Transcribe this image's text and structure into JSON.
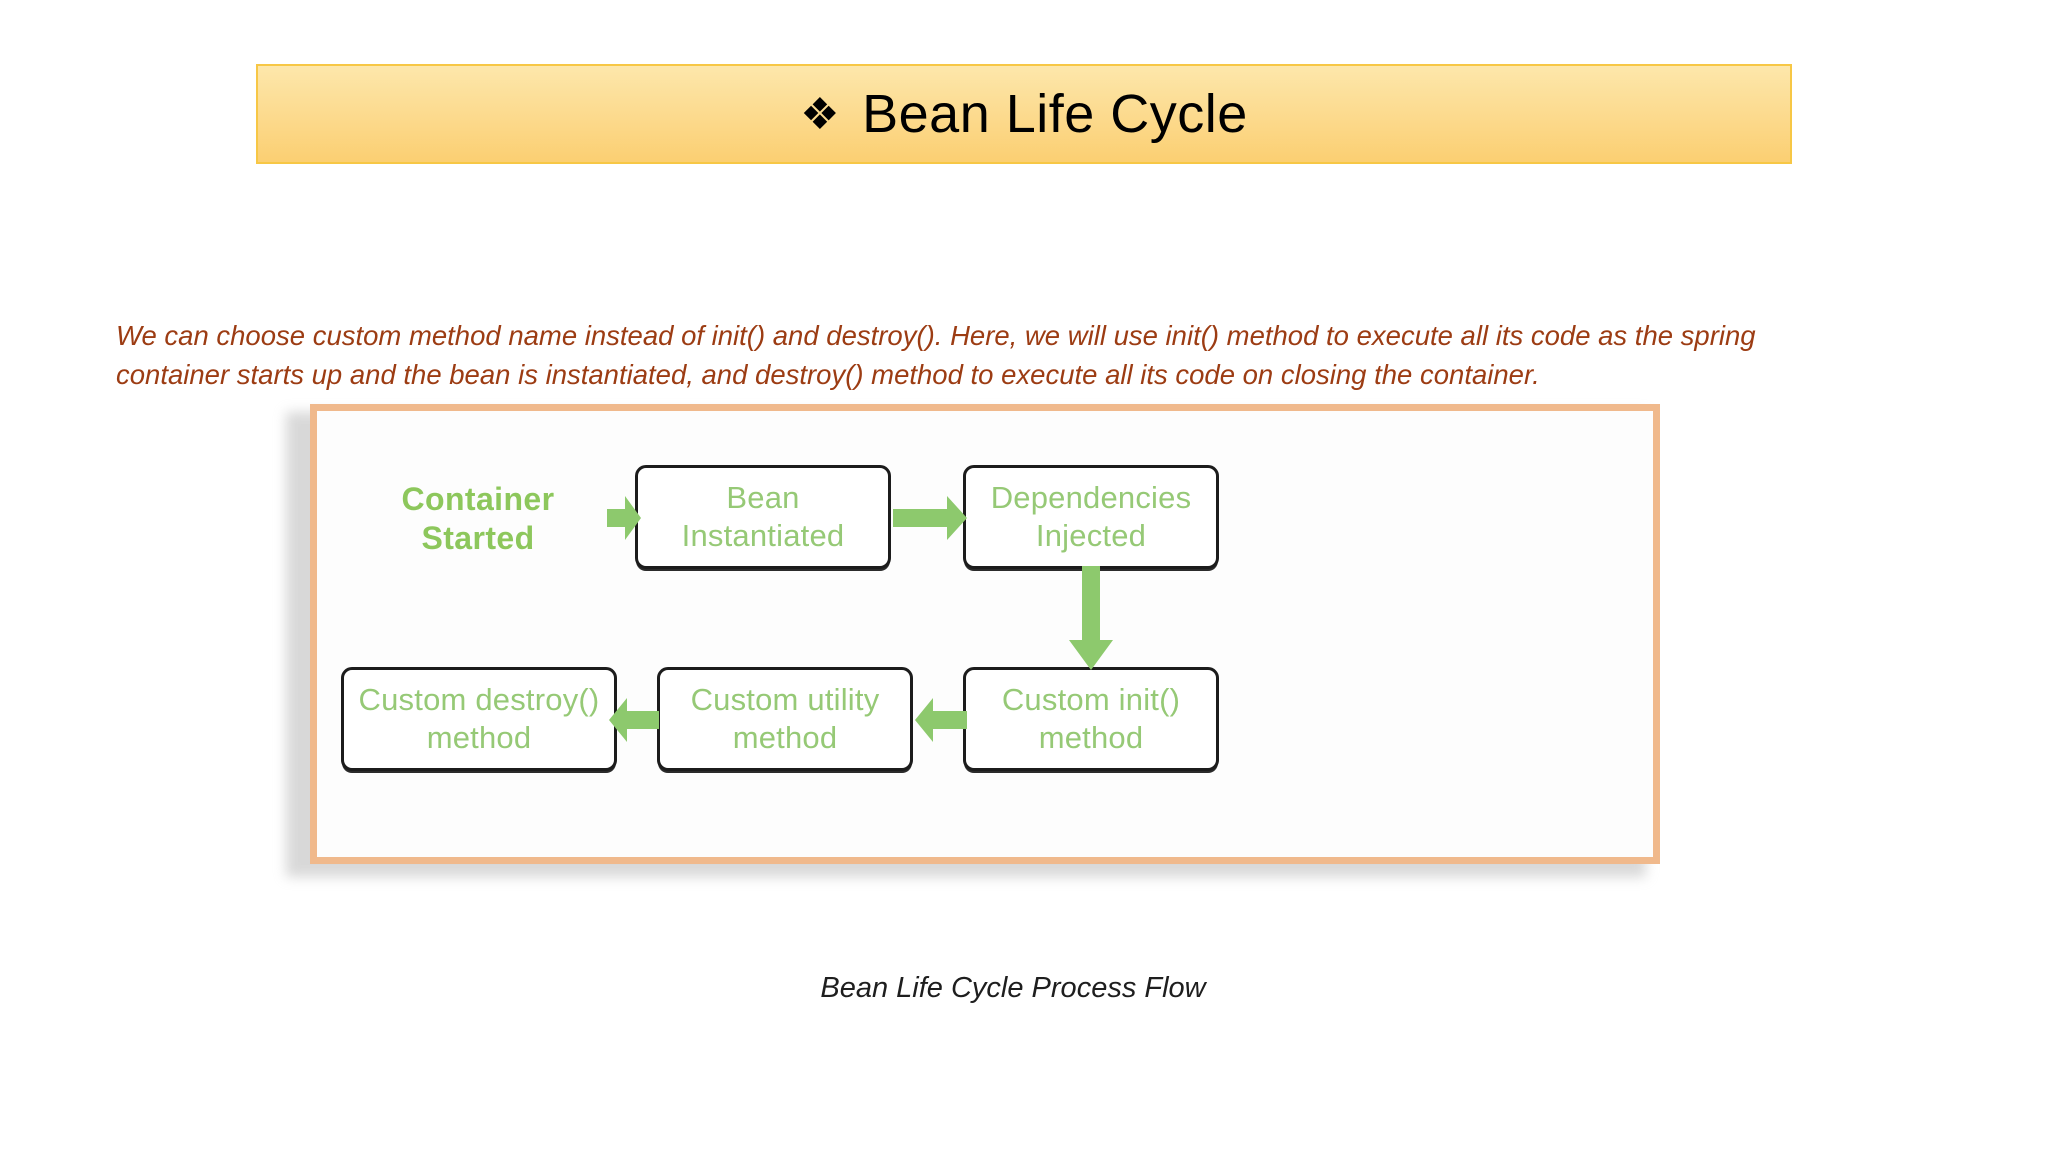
{
  "slide": {
    "title": {
      "bullet_icon": "diamond-bullet-icon",
      "bullet_glyph": "❖",
      "text": "Bean Life Cycle"
    },
    "body_text": "We can choose custom method name instead of init() and destroy(). Here, we will use init() method to execute all its code as the spring container starts up and the bean is instantiated, and destroy() method to execute all its code on closing the container.",
    "caption": "Bean Life Cycle Process Flow"
  },
  "colors": {
    "title_bar_top": "#fde7ab",
    "title_bar_bottom": "#fbcf72",
    "title_bar_border": "#f7c745",
    "body_text": "#9c3c13",
    "node_text_green": "#96c976",
    "node_border": "#1c1c1c",
    "arrow_green": "#8dc96d",
    "frame_border": "#f0b98c",
    "caption_text": "#1e1e1e"
  },
  "diagram": {
    "type": "flowchart",
    "title": "Bean Life Cycle Process Flow",
    "nodes": [
      {
        "id": "container-started",
        "label_line1": "Container",
        "label_line2": "Started",
        "boxed": false
      },
      {
        "id": "bean-instantiated",
        "label_line1": "Bean",
        "label_line2": "Instantiated",
        "boxed": true
      },
      {
        "id": "dependencies-injected",
        "label_line1": "Dependencies",
        "label_line2": "Injected",
        "boxed": true
      },
      {
        "id": "custom-init",
        "label_line1": "Custom init()",
        "label_line2": "method",
        "boxed": true
      },
      {
        "id": "custom-utility",
        "label_line1": "Custom utility",
        "label_line2": "method",
        "boxed": true
      },
      {
        "id": "custom-destroy",
        "label_line1": "Custom destroy()",
        "label_line2": "method",
        "boxed": true
      }
    ],
    "edges": [
      {
        "id": "started-to-bean",
        "from": "container-started",
        "to": "bean-instantiated",
        "direction": "right"
      },
      {
        "id": "bean-to-deps",
        "from": "bean-instantiated",
        "to": "dependencies-injected",
        "direction": "right"
      },
      {
        "id": "deps-to-init",
        "from": "dependencies-injected",
        "to": "custom-init",
        "direction": "down"
      },
      {
        "id": "init-to-utility",
        "from": "custom-init",
        "to": "custom-utility",
        "direction": "left"
      },
      {
        "id": "utility-to-destroy",
        "from": "custom-utility",
        "to": "custom-destroy",
        "direction": "left"
      }
    ]
  }
}
